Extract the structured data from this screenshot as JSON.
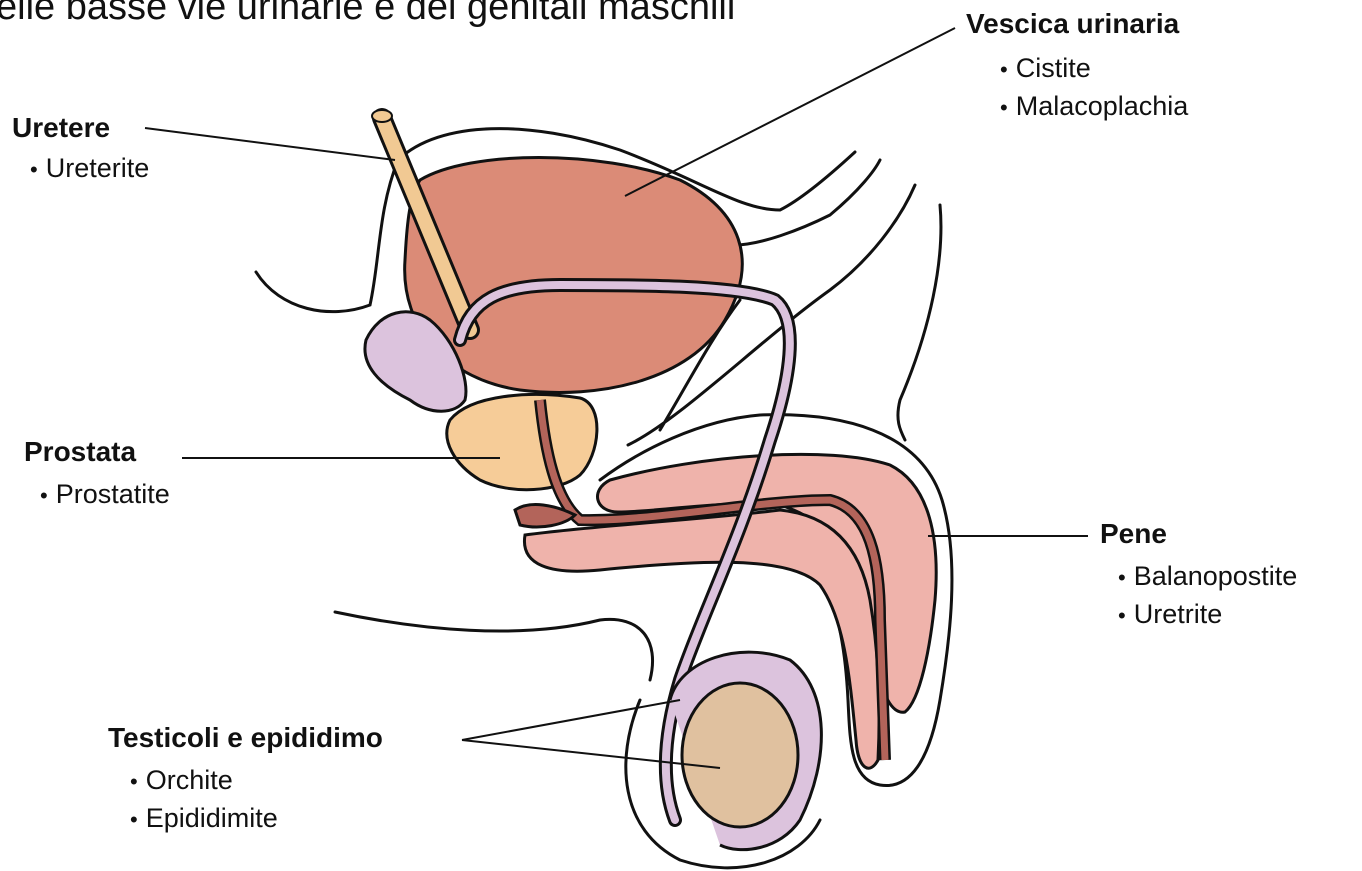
{
  "title": "elle basse vie urinarie e dei genitali maschili",
  "labels": {
    "vescica": {
      "name": "Vescica urinaria",
      "items": [
        "Cistite",
        "Malacoplachia"
      ]
    },
    "uretere": {
      "name": "Uretere",
      "items": [
        "Ureterite"
      ]
    },
    "prostata": {
      "name": "Prostata",
      "items": [
        "Prostatite"
      ]
    },
    "pene": {
      "name": "Pene",
      "items": [
        "Balanopostite",
        "Uretrite"
      ]
    },
    "testicoli": {
      "name": "Testicoli e epididimo",
      "items": [
        "Orchite",
        "Epididimite"
      ]
    }
  }
}
